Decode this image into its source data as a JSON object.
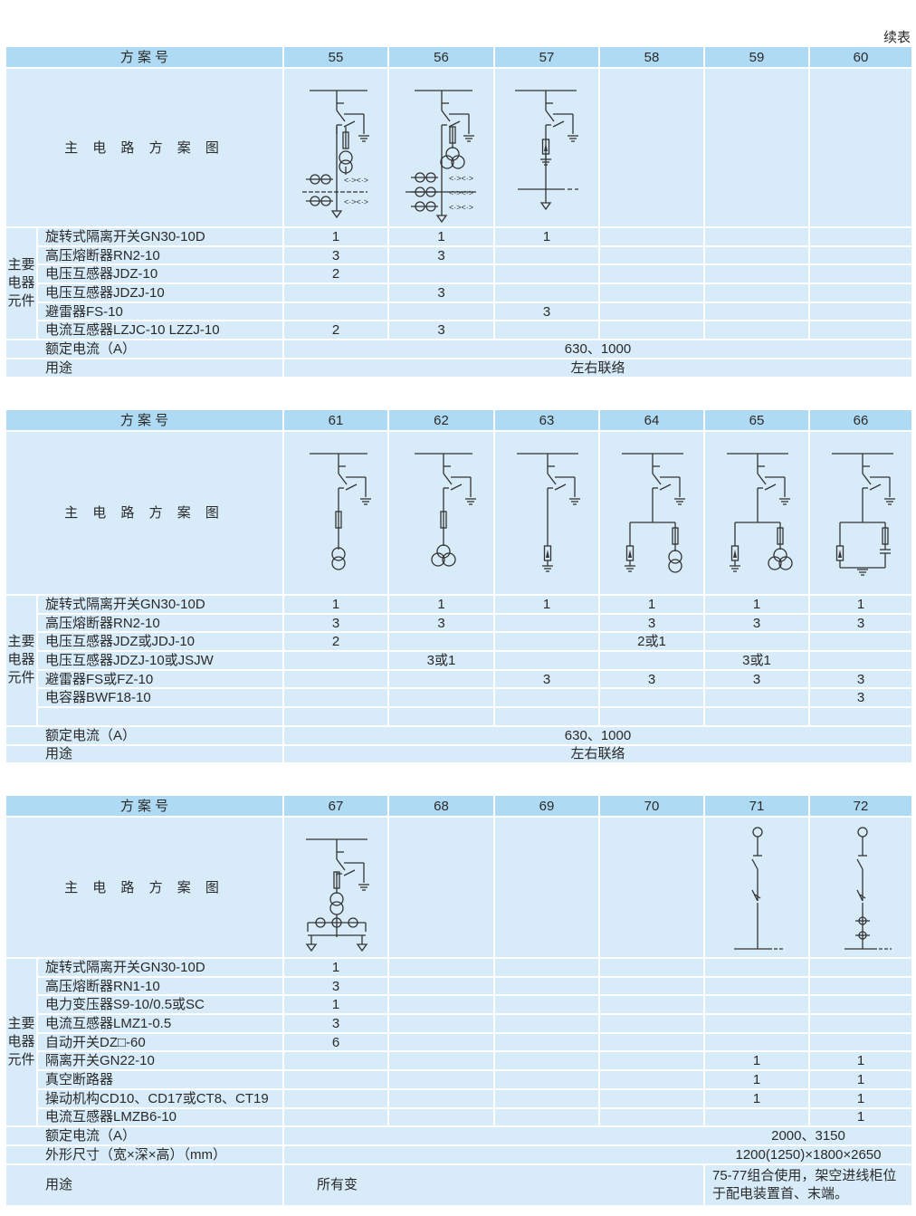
{
  "continued_label": "续表",
  "row_labels": {
    "scheme_no": "方 案 号",
    "diagram": "主 电 路 方 案 图",
    "group": "主要电器元件",
    "rated_current": "额定电流（A）",
    "usage": "用途",
    "dimensions": "外形尺寸（宽×深×高）（mm）"
  },
  "tables": [
    {
      "schemes": [
        "55",
        "56",
        "57",
        "58",
        "59",
        "60"
      ],
      "components": [
        {
          "name": "旋转式隔离开关GN30-10D",
          "values": [
            "1",
            "1",
            "1",
            "",
            "",
            ""
          ]
        },
        {
          "name": "高压熔断器RN2-10",
          "values": [
            "3",
            "3",
            "",
            "",
            "",
            ""
          ]
        },
        {
          "name": "电压互感器JDZ-10",
          "values": [
            "2",
            "",
            "",
            "",
            "",
            ""
          ]
        },
        {
          "name": "电压互感器JDZJ-10",
          "values": [
            "",
            "3",
            "",
            "",
            "",
            ""
          ]
        },
        {
          "name": "避雷器FS-10",
          "values": [
            "",
            "",
            "3",
            "",
            "",
            ""
          ]
        },
        {
          "name": "电流互感器LZJC-10 LZZJ-10",
          "values": [
            "2",
            "3",
            "",
            "",
            "",
            ""
          ]
        }
      ],
      "rated_current": "630、1000",
      "usage": "左右联络"
    },
    {
      "schemes": [
        "61",
        "62",
        "63",
        "64",
        "65",
        "66"
      ],
      "components": [
        {
          "name": "旋转式隔离开关GN30-10D",
          "values": [
            "1",
            "1",
            "1",
            "1",
            "1",
            "1"
          ]
        },
        {
          "name": "高压熔断器RN2-10",
          "values": [
            "3",
            "3",
            "",
            "3",
            "3",
            "3"
          ]
        },
        {
          "name": "电压互感器JDZ或JDJ-10",
          "values": [
            "2",
            "",
            "",
            "2或1",
            "",
            ""
          ]
        },
        {
          "name": "电压互感器JDZJ-10或JSJW",
          "values": [
            "",
            "3或1",
            "",
            "",
            "3或1",
            ""
          ]
        },
        {
          "name": "避雷器FS或FZ-10",
          "values": [
            "",
            "",
            "3",
            "3",
            "3",
            "3"
          ]
        },
        {
          "name": "电容器BWF18-10",
          "values": [
            "",
            "",
            "",
            "",
            "",
            "3"
          ]
        },
        {
          "name": "",
          "values": [
            "",
            "",
            "",
            "",
            "",
            ""
          ]
        }
      ],
      "rated_current": "630、1000",
      "usage": "左右联络"
    },
    {
      "schemes": [
        "67",
        "68",
        "69",
        "70",
        "71",
        "72"
      ],
      "components": [
        {
          "name": "旋转式隔离开关GN30-10D",
          "values": [
            "1",
            "",
            "",
            "",
            "",
            ""
          ]
        },
        {
          "name": "高压熔断器RN1-10",
          "values": [
            "3",
            "",
            "",
            "",
            "",
            ""
          ]
        },
        {
          "name": "电力变压器S9-10/0.5或SC",
          "values": [
            "1",
            "",
            "",
            "",
            "",
            ""
          ]
        },
        {
          "name": "电流互感器LMZ1-0.5",
          "values": [
            "3",
            "",
            "",
            "",
            "",
            ""
          ]
        },
        {
          "name": "自动开关DZ□-60",
          "values": [
            "6",
            "",
            "",
            "",
            "",
            ""
          ]
        },
        {
          "name": "隔离开关GN22-10",
          "values": [
            "",
            "",
            "",
            "",
            "1",
            "1"
          ]
        },
        {
          "name": "真空断路器",
          "values": [
            "",
            "",
            "",
            "",
            "1",
            "1"
          ]
        },
        {
          "name": "操动机构CD10、CD17或CT8、CT19",
          "values": [
            "",
            "",
            "",
            "",
            "1",
            "1"
          ]
        },
        {
          "name": "电流互感器LMZB6-10",
          "values": [
            "",
            "",
            "",
            "",
            "",
            "1"
          ]
        }
      ],
      "rated_current": "2000、3150",
      "dimensions": "1200(1250)×1800×2650",
      "usage_67": "所有变",
      "usage_71_72": "75-77组合使用，架空进线柜位于配电装置首、末端。"
    }
  ]
}
